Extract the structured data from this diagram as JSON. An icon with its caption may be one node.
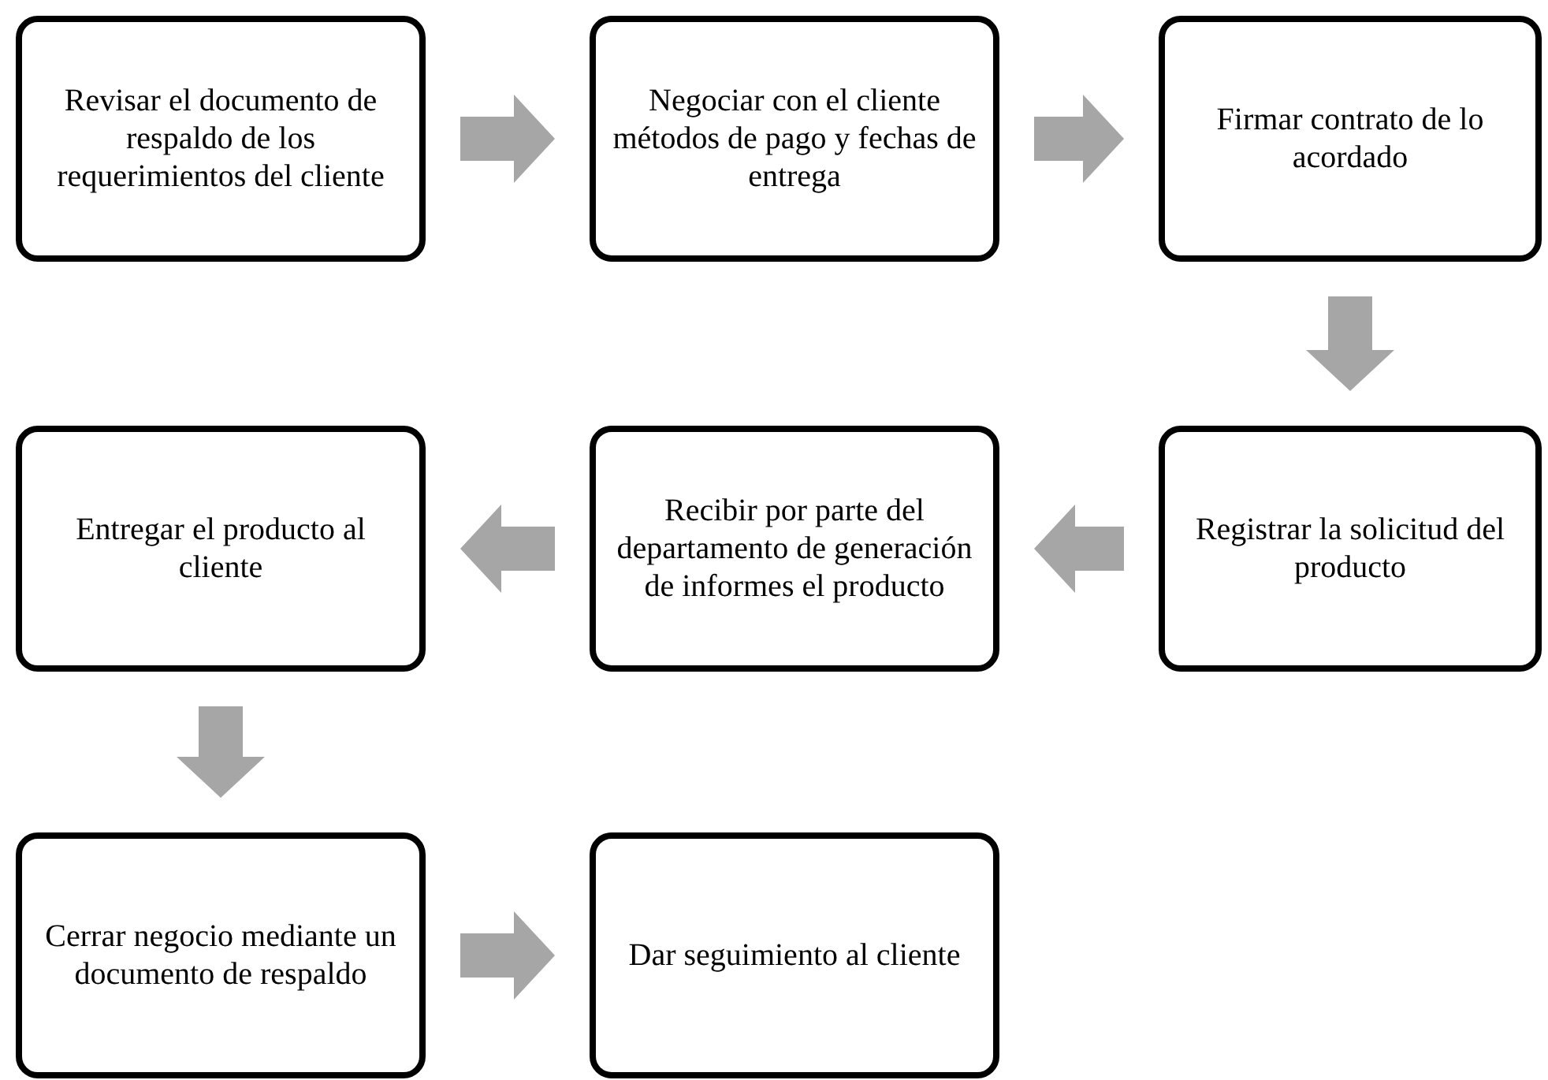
{
  "diagram": {
    "nodes": [
      {
        "text": [
          "Revisar el documento de respaldo de los requerimientos del cliente"
        ]
      },
      {
        "text": [
          "Negociar con el cliente métodos de pago y fechas de entrega"
        ]
      },
      {
        "text": [
          "Firmar contrato de lo acordado"
        ]
      },
      {
        "text": [
          "Registrar la solicitud del producto"
        ]
      },
      {
        "text": [
          "Recibir por parte del departamento de generación de informes el producto"
        ]
      },
      {
        "text": [
          "Entregar el producto al cliente"
        ]
      },
      {
        "text": [
          "Cerrar negocio mediante un documento de respaldo"
        ]
      },
      {
        "text": [
          "Dar seguimiento al cliente"
        ]
      }
    ],
    "edges": [
      {
        "from": 0,
        "to": 1,
        "arrow": "to"
      },
      {
        "from": 1,
        "to": 2,
        "arrow": "to"
      },
      {
        "from": 2,
        "to": 3,
        "arrow": "to"
      },
      {
        "from": 3,
        "to": 4,
        "arrow": "to"
      },
      {
        "from": 4,
        "to": 5,
        "arrow": "to"
      },
      {
        "from": 5,
        "to": 6,
        "arrow": "to"
      },
      {
        "from": 6,
        "to": 7,
        "arrow": "to"
      }
    ]
  }
}
